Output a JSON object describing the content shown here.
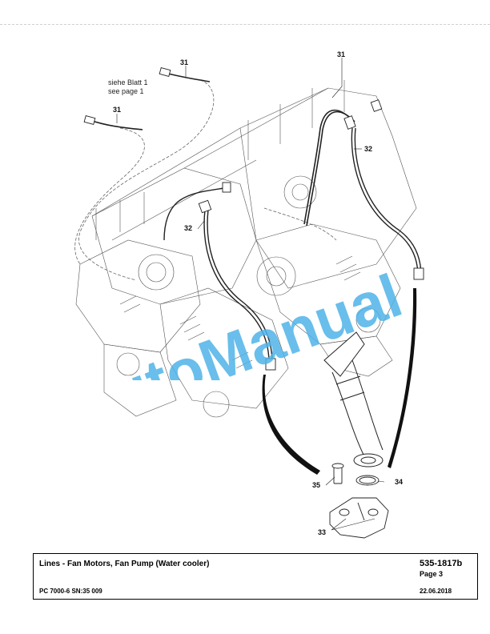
{
  "drawing": {
    "note_de": "siehe Blatt 1",
    "note_en": "see page 1",
    "callouts": {
      "c31_top": "31",
      "c31_left_upper": "31",
      "c31_left_lower": "31",
      "c32_right": "32",
      "c32_left": "32",
      "c33": "33",
      "c34": "34",
      "c35": "35"
    }
  },
  "watermark": {
    "text": "AutoManual",
    "color": "#4fb3e8"
  },
  "titleblock": {
    "title": "Lines - Fan Motors, Fan Pump (Water cooler)",
    "doc_number": "535-1817b",
    "page": "Page 3",
    "model": "PC 7000-6 SN:35 009",
    "date": "22.06.2018"
  }
}
